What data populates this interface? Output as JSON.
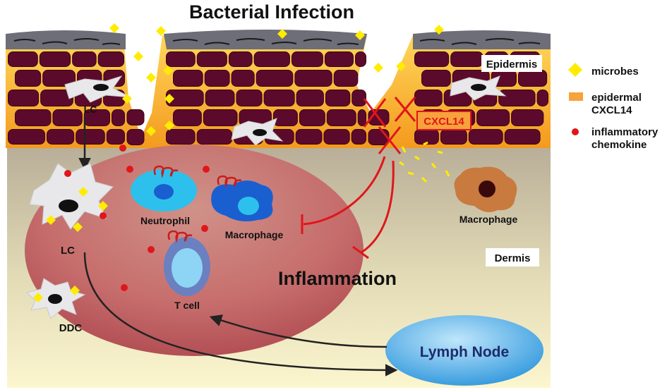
{
  "title": "Bacterial Infection",
  "layers": {
    "epidermis": "Epidermis",
    "dermis": "Dermis"
  },
  "legend": [
    {
      "label": "microbes",
      "color": "#ffec00",
      "shape": "diamond"
    },
    {
      "label_line1": "epidermal",
      "label_line2": "CXCL14",
      "color": "#f7a23b",
      "shape": "rect"
    },
    {
      "label_line1": "inflammatory",
      "label_line2": "chemokine",
      "color": "#e0161b",
      "shape": "circle"
    }
  ],
  "cells": {
    "lc_epidermis": "LC",
    "lc_dermis": "LC",
    "ddc": "DDC",
    "neutrophil": "Neutrophil",
    "macrophage_inflamed": "Macrophage",
    "t_cell": "T cell",
    "macrophage_dermis": "Macrophage"
  },
  "labels": {
    "cxcl14": "CXCL14",
    "inflammation": "Inflammation",
    "lymph_node": "Lymph Node"
  },
  "colors": {
    "keratinocyte": "#5c0a2b",
    "cxcl14_glow": "#f7a23b",
    "dermis_top": "#b8ad98",
    "dermis_bottom": "#fbf5cc",
    "inflammation_zone": "#c25d60",
    "inhibition": "#e0161b",
    "microbe": "#ffec00",
    "lymph_node": "#5ab4e8",
    "macrophage_blue": "#1a5fd0",
    "macrophage_brown": "#c97a3e",
    "neutrophil": "#2ec0ec",
    "t_cell": "#6a80c0"
  }
}
